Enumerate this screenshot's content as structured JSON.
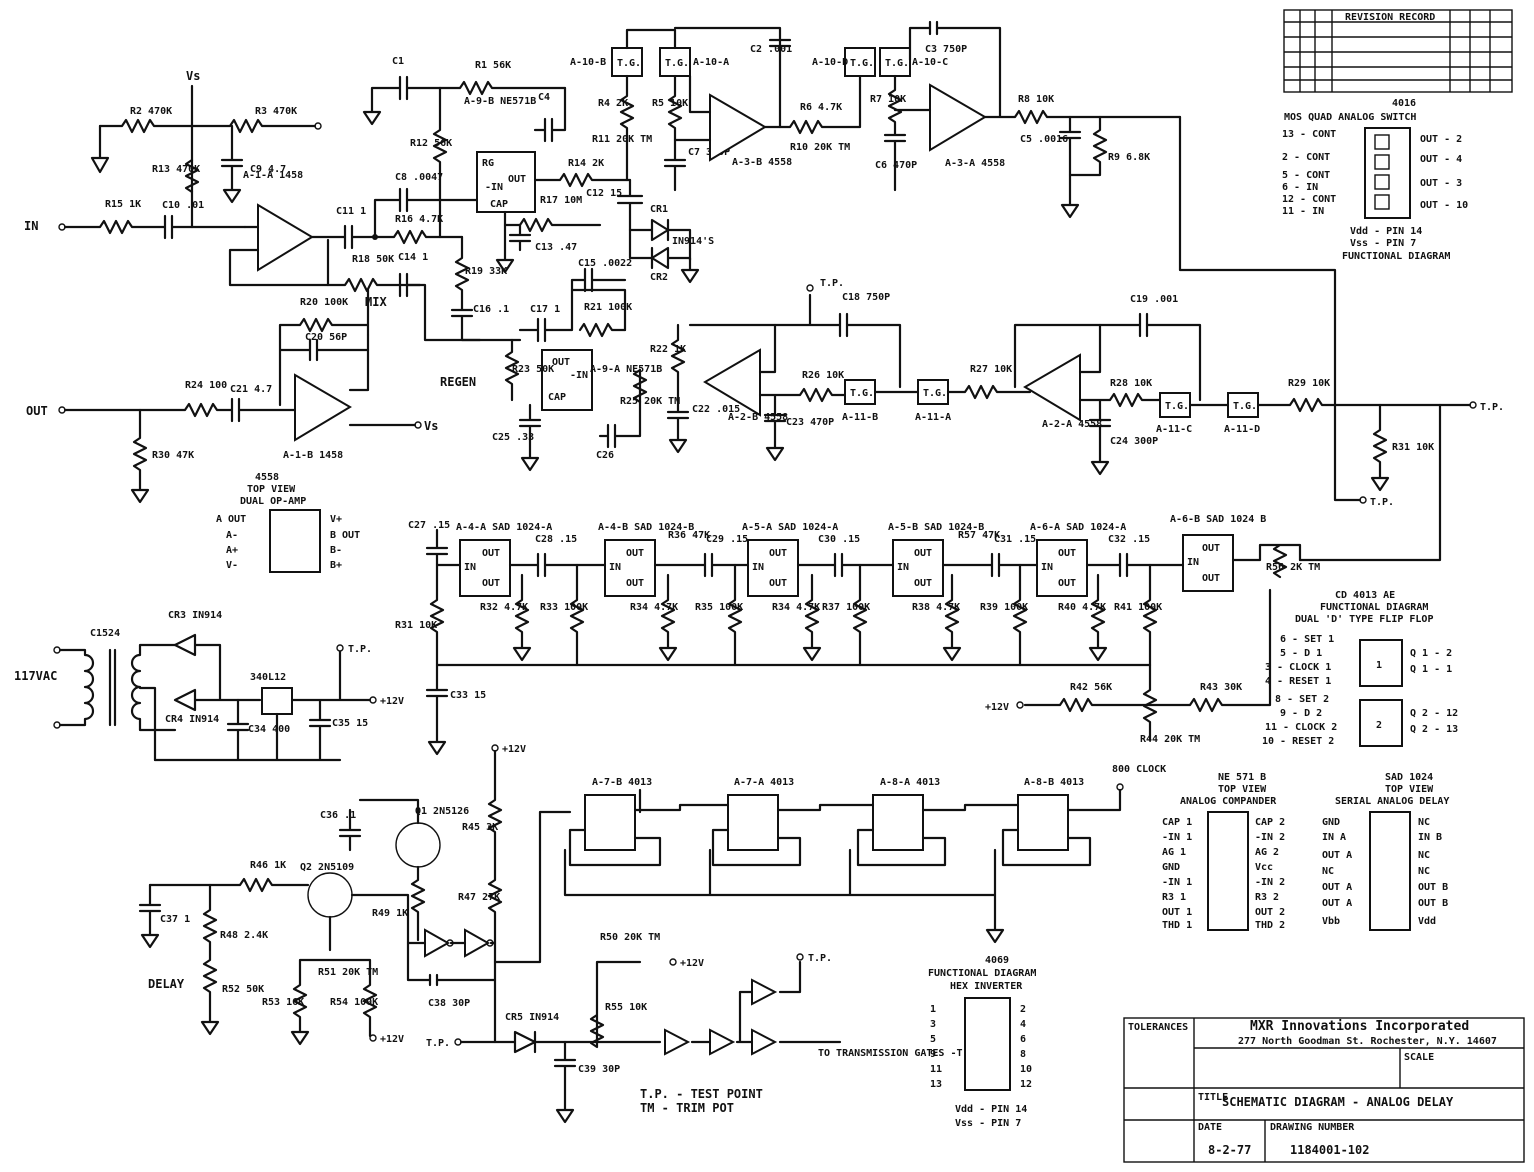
{
  "title_block": {
    "company": "MXR Innovations Incorporated",
    "address": "277 North Goodman St.  Rochester, N.Y. 14607",
    "title": "SCHEMATIC DIAGRAM - ANALOG DELAY",
    "date": "8-2-77",
    "drawing_number": "1184001-102",
    "tolerances_label": "TOLERANCES",
    "title_label": "TITLE",
    "scale_label": "SCALE",
    "date_label": "DATE",
    "drawing_number_label": "DRAWING NUMBER"
  },
  "revision_block": {
    "header": "REVISION RECORD"
  },
  "legend": {
    "tp": "T.P. - TEST POINT",
    "tm": "TM - TRIM POT"
  },
  "io": {
    "in": "IN",
    "out": "OUT",
    "mix": "MIX",
    "regen": "REGEN",
    "delay": "DELAY",
    "vac": "117VAC",
    "clock": "800 CLOCK",
    "to_gates": "TO TRANSMISSION GATES -T.G.-",
    "tp": "T.P.",
    "v12": "+12V",
    "vs": "Vs"
  },
  "ic_info": {
    "op_amp": {
      "title": "4558",
      "sub1": "TOP VIEW",
      "sub2": "DUAL OP-AMP",
      "left": [
        "A OUT",
        "A-",
        "A+",
        "V-"
      ],
      "right": [
        "V+",
        "B OUT",
        "B-",
        "B+"
      ]
    },
    "switch4016": {
      "title": "4016",
      "sub": "MOS QUAD ANALOG SWITCH",
      "left": [
        "13 - CONT",
        "2 - CONT",
        "5 - CONT",
        "6 - IN",
        "12 - CONT",
        "11 - IN"
      ],
      "right": [
        "OUT - 2",
        "OUT - 4",
        "OUT - 3",
        "OUT - 10"
      ],
      "foot1": "Vdd - PIN 14",
      "foot2": "Vss - PIN 7",
      "foot3": "FUNCTIONAL DIAGRAM"
    },
    "ff4013": {
      "title": "CD 4013 AE",
      "sub1": "FUNCTIONAL DIAGRAM",
      "sub2": "DUAL 'D' TYPE FLIP FLOP",
      "left": [
        "6 - SET 1",
        "5 - D 1",
        "3 - CLOCK 1",
        "4 - RESET 1",
        "8 - SET 2",
        "9 - D 2",
        "11 - CLOCK 2",
        "10 - RESET 2"
      ],
      "right": [
        "Q 1 - 2",
        "Q 1 - 1",
        "Q 2 - 12",
        "Q 2 - 13"
      ]
    },
    "ne571": {
      "title": "NE 571 B",
      "sub1": "TOP VIEW",
      "sub2": "ANALOG COMPANDER",
      "left": [
        "CAP 1",
        "-IN 1",
        "AG 1",
        "GND",
        "-IN 1",
        "R3 1",
        "OUT 1",
        "THD 1"
      ],
      "right": [
        "CAP 2",
        "-IN 2",
        "AG 2",
        "Vcc",
        "-IN 2",
        "R3 2",
        "OUT 2",
        "THD 2"
      ]
    },
    "sad1024": {
      "title": "SAD 1024",
      "sub1": "TOP VIEW",
      "sub2": "SERIAL ANALOG DELAY",
      "left": [
        "GND",
        "IN A",
        "OUT A",
        "NC",
        "OUT A",
        "OUT A",
        "Vbb"
      ],
      "right": [
        "NC",
        "IN B",
        "NC",
        "NC",
        "OUT B",
        "OUT B",
        "Vdd"
      ]
    },
    "inv4069": {
      "title": "4069",
      "sub1": "FUNCTIONAL DIAGRAM",
      "sub2": "HEX INVERTER",
      "inputs": [
        "1",
        "3",
        "5",
        "9",
        "11",
        "13"
      ],
      "outputs": [
        "2",
        "4",
        "6",
        "8",
        "10",
        "12"
      ],
      "foot1": "Vdd - PIN 14",
      "foot2": "Vss - PIN 7"
    }
  },
  "components": {
    "c1": "C1",
    "c2": "C2 .001",
    "c3": "C3 750P",
    "c4": "C4",
    "c5": "C5 .0016",
    "c6": "C6 470P",
    "c7": "C7 300P",
    "c8": "C8 .0047",
    "c9": "C9 4.7",
    "c10": "C10 .01",
    "c11": "C11 1",
    "c12": "C12 15",
    "c13": "C13 .47",
    "c14": "C14 1",
    "c15": "C15 .0022",
    "c16": "C16 .1",
    "c17": "C17 1",
    "c18": "C18 750P",
    "c19": "C19 .001",
    "c20": "C20 56P",
    "c21": "C21 4.7",
    "c22": "C22 .015",
    "c23": "C23 470P",
    "c24": "C24 300P",
    "c25": "C25 .33",
    "c26": "C26",
    "c27": "C27 .15",
    "c28": "C28 .15",
    "c29": "C29 .15",
    "c30": "C30 .15",
    "c31": "C31 .15",
    "c32": "C32 .15",
    "c33": "C33 15",
    "c34": "C34 400",
    "c35": "C35 15",
    "c36": "C36 .1",
    "c37": "C37 1",
    "c38": "C38 30P",
    "c39": "C39 30P",
    "r1": "R1 56K",
    "r2": "R2 470K",
    "r3": "R3 470K",
    "r4": "R4 2K",
    "r5": "R5 10K",
    "r6": "R6 4.7K",
    "r7": "R7 10K",
    "r8": "R8 10K",
    "r9": "R9 6.8K",
    "r10": "R10 20K TM",
    "r11": "R11 20K TM",
    "r12": "R12 56K",
    "r13": "R13 470K",
    "r14": "R14 2K",
    "r15": "R15 1K",
    "r16": "R16 4.7K",
    "r17": "R17 10M",
    "r18": "R18 50K",
    "r19": "R19 33K",
    "r20": "R20 100K",
    "r21": "R21 100K",
    "r22": "R22 1K",
    "r23": "R23 50K",
    "r24": "R24 100",
    "r25": "R25 20K TM",
    "r26": "R26 10K",
    "r27": "R27 10K",
    "r28": "R28 10K",
    "r29": "R29 10K",
    "r30": "R30 47K",
    "r31": "R31 10K",
    "r32": "R32 4.7K",
    "r33": "R33 100K",
    "r34": "R34 4.7K",
    "r35": "R35 100K",
    "r36": "R36 47K",
    "r37": "R37 100K",
    "r38": "R38 4.7K",
    "r39": "R39 100K",
    "r40": "R40 4.7K",
    "r41": "R41 100K",
    "r42": "R42 56K",
    "r43": "R43 30K",
    "r44": "R44 20K TM",
    "r45": "R45 3K",
    "r46": "R46 1K",
    "r47": "R47 27K",
    "r48": "R48 2.4K",
    "r49": "R49 1K",
    "r50": "R50 20K TM",
    "r51": "R51 20K TM",
    "r52": "R52 50K",
    "r53": "R53 16K",
    "r54": "R54 100K",
    "r55": "R55 10K",
    "r56": "R56 2K TM",
    "r57": "R57 47K",
    "cr1": "CR1",
    "cr2": "CR2",
    "cr_note": "IN914'S",
    "cr3": "CR3 IN914",
    "cr4": "CR4 IN914",
    "cr5": "CR5 IN914",
    "q1": "Q1 2N5126",
    "q2": "Q2 2N5109",
    "t1": "C1524",
    "reg": "340L12",
    "a1a": "A-1-A 1458",
    "a1b": "A-1-B 1458",
    "a9b": "A-9-B NE571B",
    "a9a": "A-9-A NE571B",
    "a3b": "A-3-B 4558",
    "a3a": "A-3-A 4558",
    "a2b": "A-2-B 4558",
    "a2a": "A-2-A 4558",
    "a4a": "A-4-A SAD 1024-A",
    "a4b": "A-4-B SAD 1024-B",
    "a5a": "A-5-A SAD 1024-A",
    "a5b": "A-5-B SAD 1024-B",
    "a6a": "A-6-A SAD 1024-A",
    "a6b": "A-6-B SAD 1024 B",
    "a7b": "A-7-B 4013",
    "a7a": "A-7-A 4013",
    "a8a": "A-8-A 4013",
    "a8b": "A-8-B 4013",
    "tg_a10b": "A-10-B",
    "tg_a10a": "A-10-A",
    "tg_a10d": "A-10-D",
    "tg_a10c": "A-10-C",
    "tg_a11b": "A-11-B",
    "tg_a11a": "A-11-A",
    "tg_a11c": "A-11-C",
    "tg_a11d": "A-11-D",
    "tg": "T.G."
  }
}
